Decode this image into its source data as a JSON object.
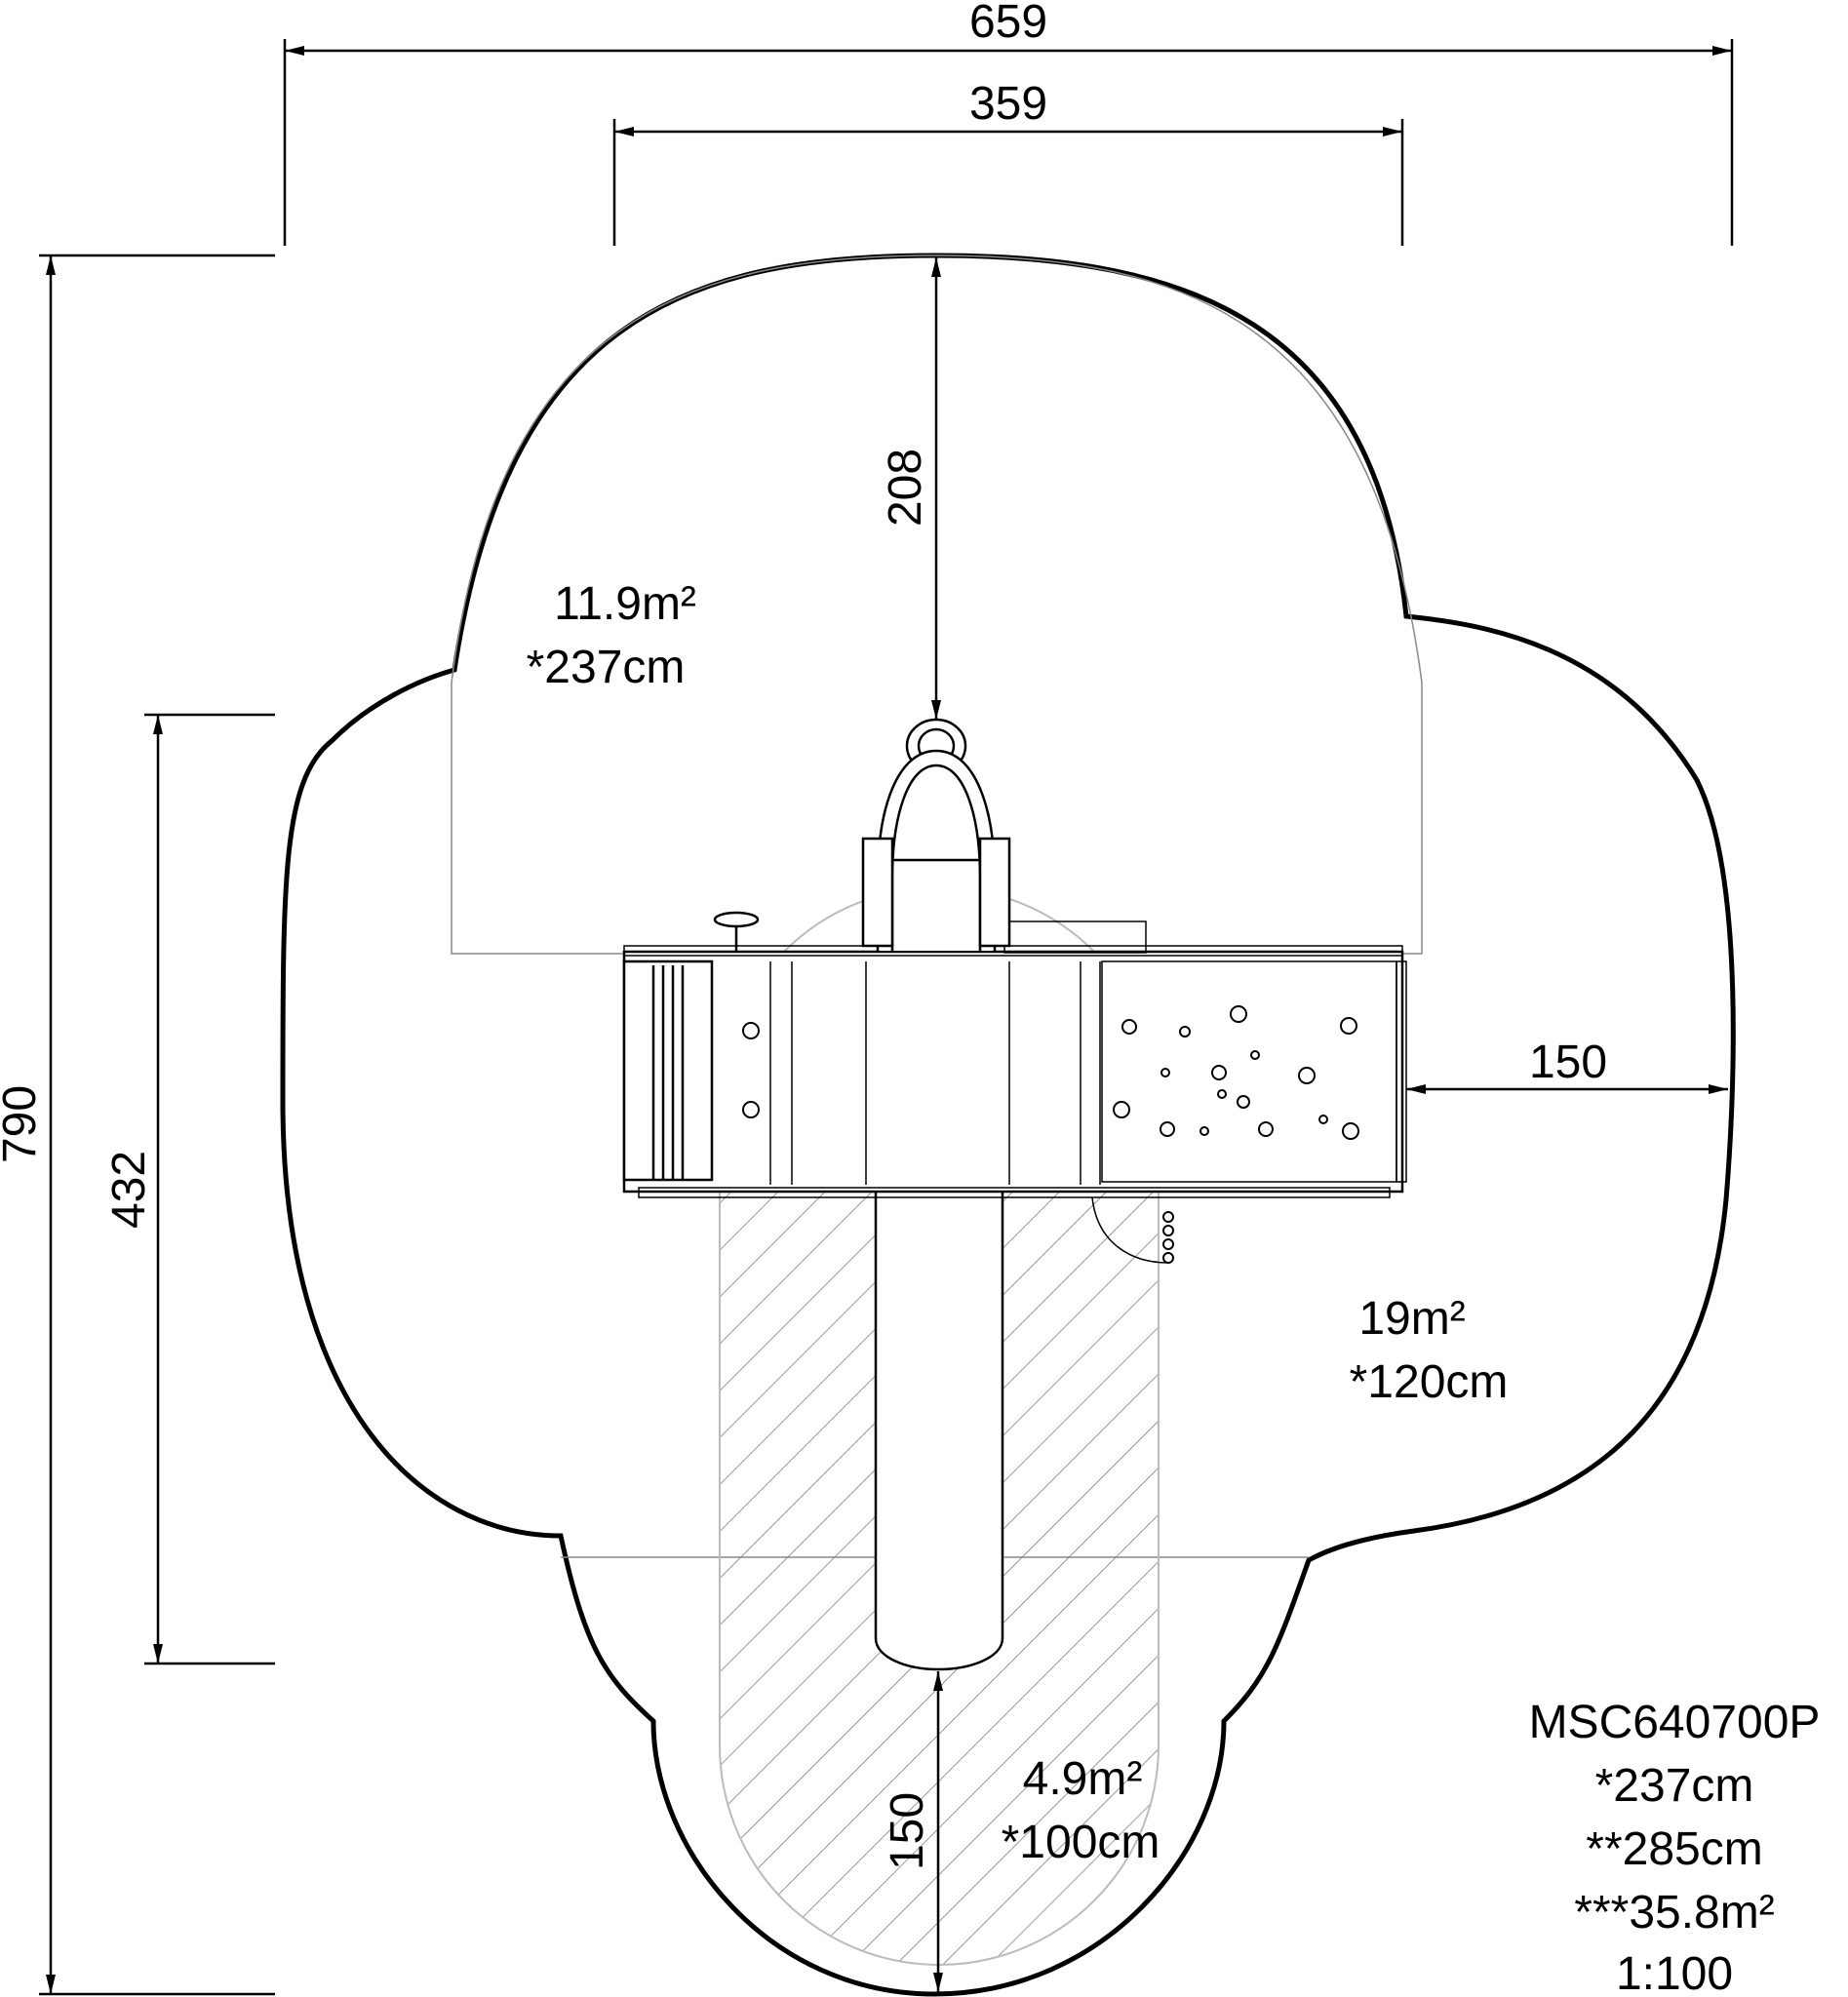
{
  "dimensions": {
    "total_width": "659",
    "platform_width": "359",
    "total_height": "790",
    "structure_height": "432",
    "top_clearance": "208",
    "right_clearance": "150",
    "bottom_clearance": "150"
  },
  "zones": {
    "top": {
      "area": "11.9m²",
      "height": "*237cm"
    },
    "main": {
      "area": "19m²",
      "height": "*120cm"
    },
    "slide": {
      "area": "4.9m²",
      "height": "*100cm"
    }
  },
  "legend": {
    "product_code": "MSC640700P",
    "free_height": "*237cm",
    "total_height": "**285cm",
    "total_area": "***35.8m²",
    "scale": "1:100"
  }
}
